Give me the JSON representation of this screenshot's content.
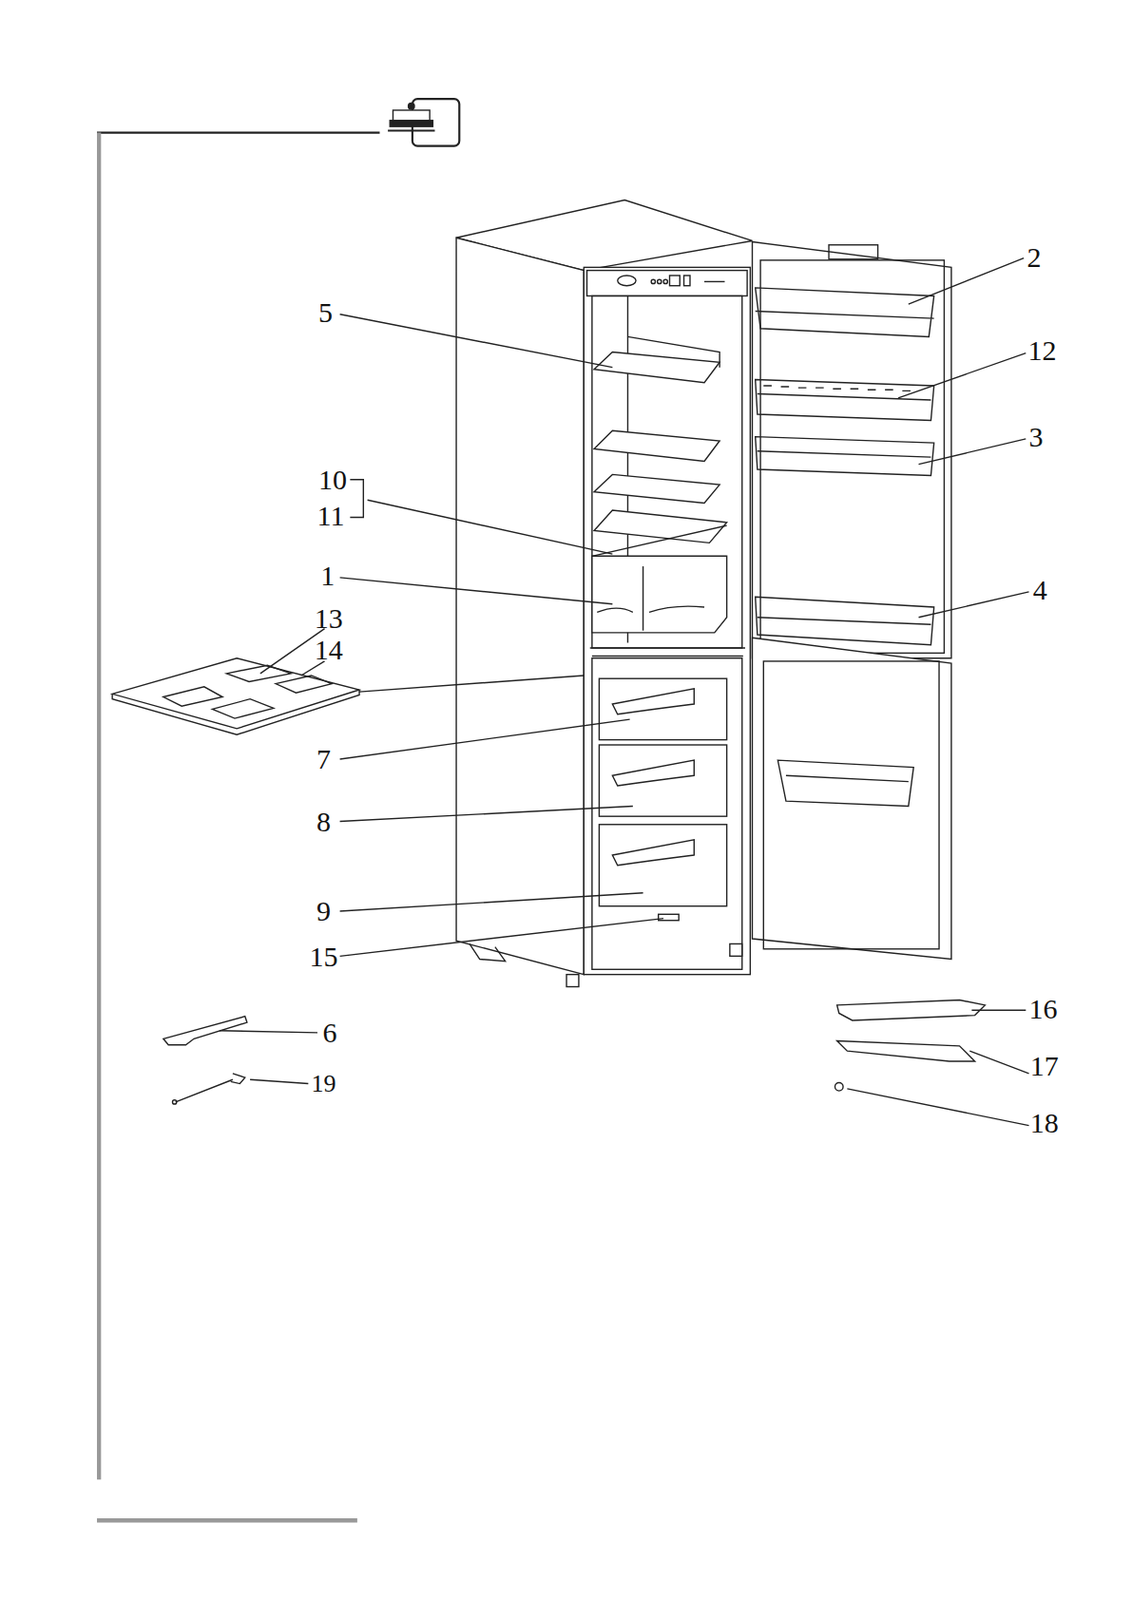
{
  "diagram": {
    "labels": [
      "2",
      "5",
      "12",
      "3",
      "10",
      "11",
      "1",
      "4",
      "13",
      "14",
      "7",
      "8",
      "9",
      "15",
      "16",
      "6",
      "17",
      "19",
      "18"
    ]
  }
}
